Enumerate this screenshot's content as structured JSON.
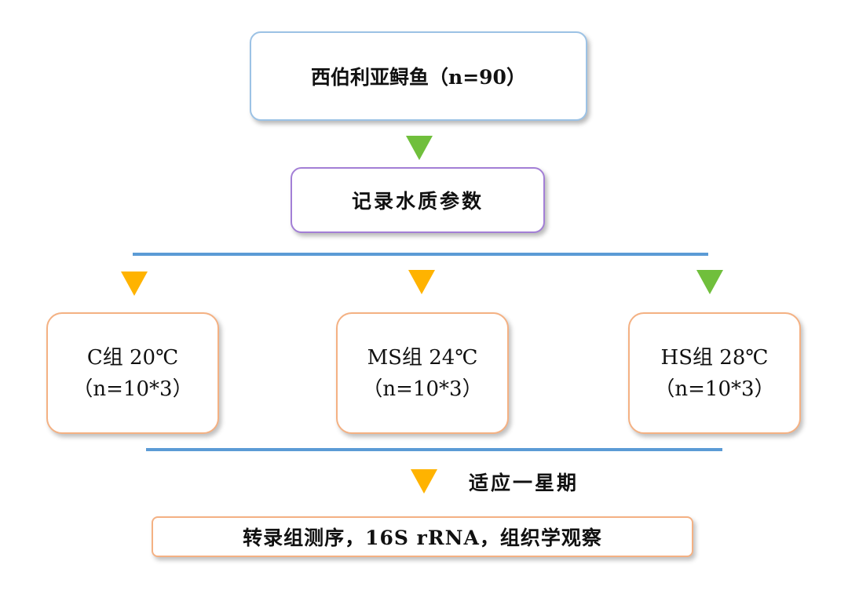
{
  "top_box": {
    "label": "西伯利亚鲟鱼（n=90）"
  },
  "water_box": {
    "label": "记录水质参数"
  },
  "groups": [
    {
      "name": "C组  20℃",
      "count": "（n=10*3）"
    },
    {
      "name": "MS组  24℃",
      "count": "（n=10*3）"
    },
    {
      "name": "HS组   28℃",
      "count": "（n=10*3）"
    }
  ],
  "acclimation_label": "适应一星期",
  "bottom_box": {
    "label": "转录组测序，16S rRNA，组织学观察"
  },
  "colors": {
    "line": "#5b9bd5",
    "arrow_green": "#70bf3c",
    "arrow_orange": "#ffb300",
    "top_border": "#9cc2e5",
    "water_border": "#a37fd6",
    "group_border": "#f4b183"
  }
}
